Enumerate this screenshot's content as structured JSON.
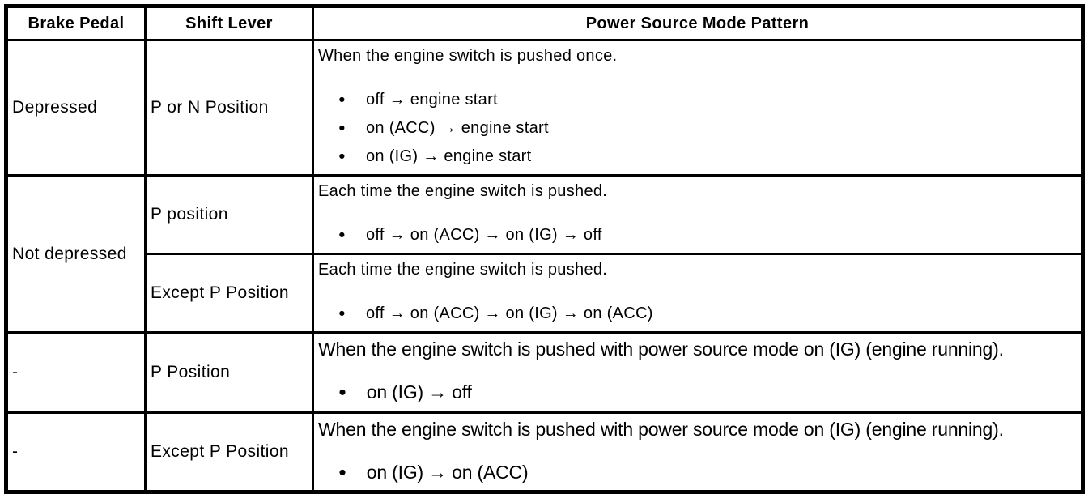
{
  "colors": {
    "border": "#000000",
    "background": "#ffffff",
    "text": "#000000"
  },
  "table": {
    "headers": [
      {
        "label": "Brake Pedal"
      },
      {
        "label": "Shift Lever"
      },
      {
        "label": "Power Source Mode Pattern"
      }
    ],
    "rows": [
      {
        "brake_pedal": "Depressed",
        "shift_lever": "P or N Position",
        "intro": "When the engine switch is pushed once.",
        "items": [
          "off → engine start",
          "on (ACC) → engine start",
          "on (IG) → engine start"
        ]
      },
      {
        "brake_pedal": "Not depressed",
        "brake_pedal_rowspan": 2,
        "shift_lever": "P position",
        "intro": "Each time the engine switch is pushed.",
        "items": [
          "off → on (ACC) → on (IG) → off"
        ]
      },
      {
        "shift_lever": "Except P Position",
        "intro": "Each time the engine switch is pushed.",
        "items": [
          "off → on (ACC) → on (IG) → on (ACC)"
        ]
      },
      {
        "brake_pedal": "-",
        "shift_lever": "P Position",
        "intro": "When the engine switch is pushed with power source mode on (IG) (engine running).",
        "items": [
          "on (IG) → off"
        ]
      },
      {
        "brake_pedal": "-",
        "shift_lever": "Except P Position",
        "intro": "When the engine switch is pushed with power source mode on (IG) (engine running).",
        "items": [
          "on (IG) → on (ACC)"
        ]
      }
    ]
  }
}
